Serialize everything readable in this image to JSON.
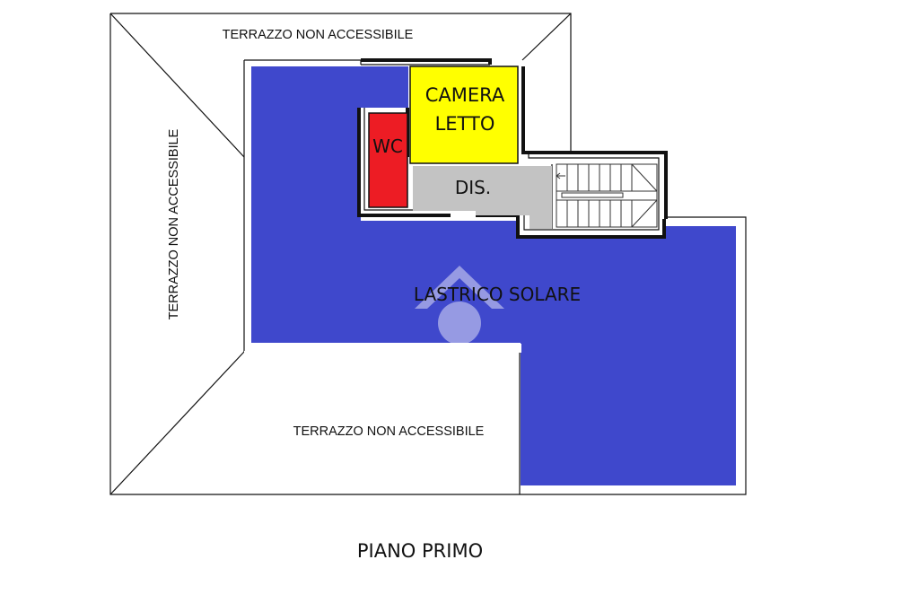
{
  "labels": {
    "terrace_top": "TERRAZZO NON ACCESSIBILE",
    "terrace_left": "TERRAZZO NON ACCESSIBILE",
    "terrace_bottom": "TERRAZZO NON ACCESSIBILE",
    "camera_line1": "CAMERA",
    "camera_line2": "LETTO",
    "wc": "WC",
    "dis": "DIS.",
    "lastrico": "LASTRICO SOLARE",
    "floor_title": "PIANO PRIMO"
  },
  "colors": {
    "lastrico": "#3f48cc",
    "camera": "#ffff00",
    "wc": "#ed1c24",
    "dis": "#c3c3c3",
    "wall": "#111111",
    "watermark": "#ffffff"
  },
  "icons": {
    "watermark": "logo-watermark-icon",
    "stairs": "staircase-icon"
  }
}
